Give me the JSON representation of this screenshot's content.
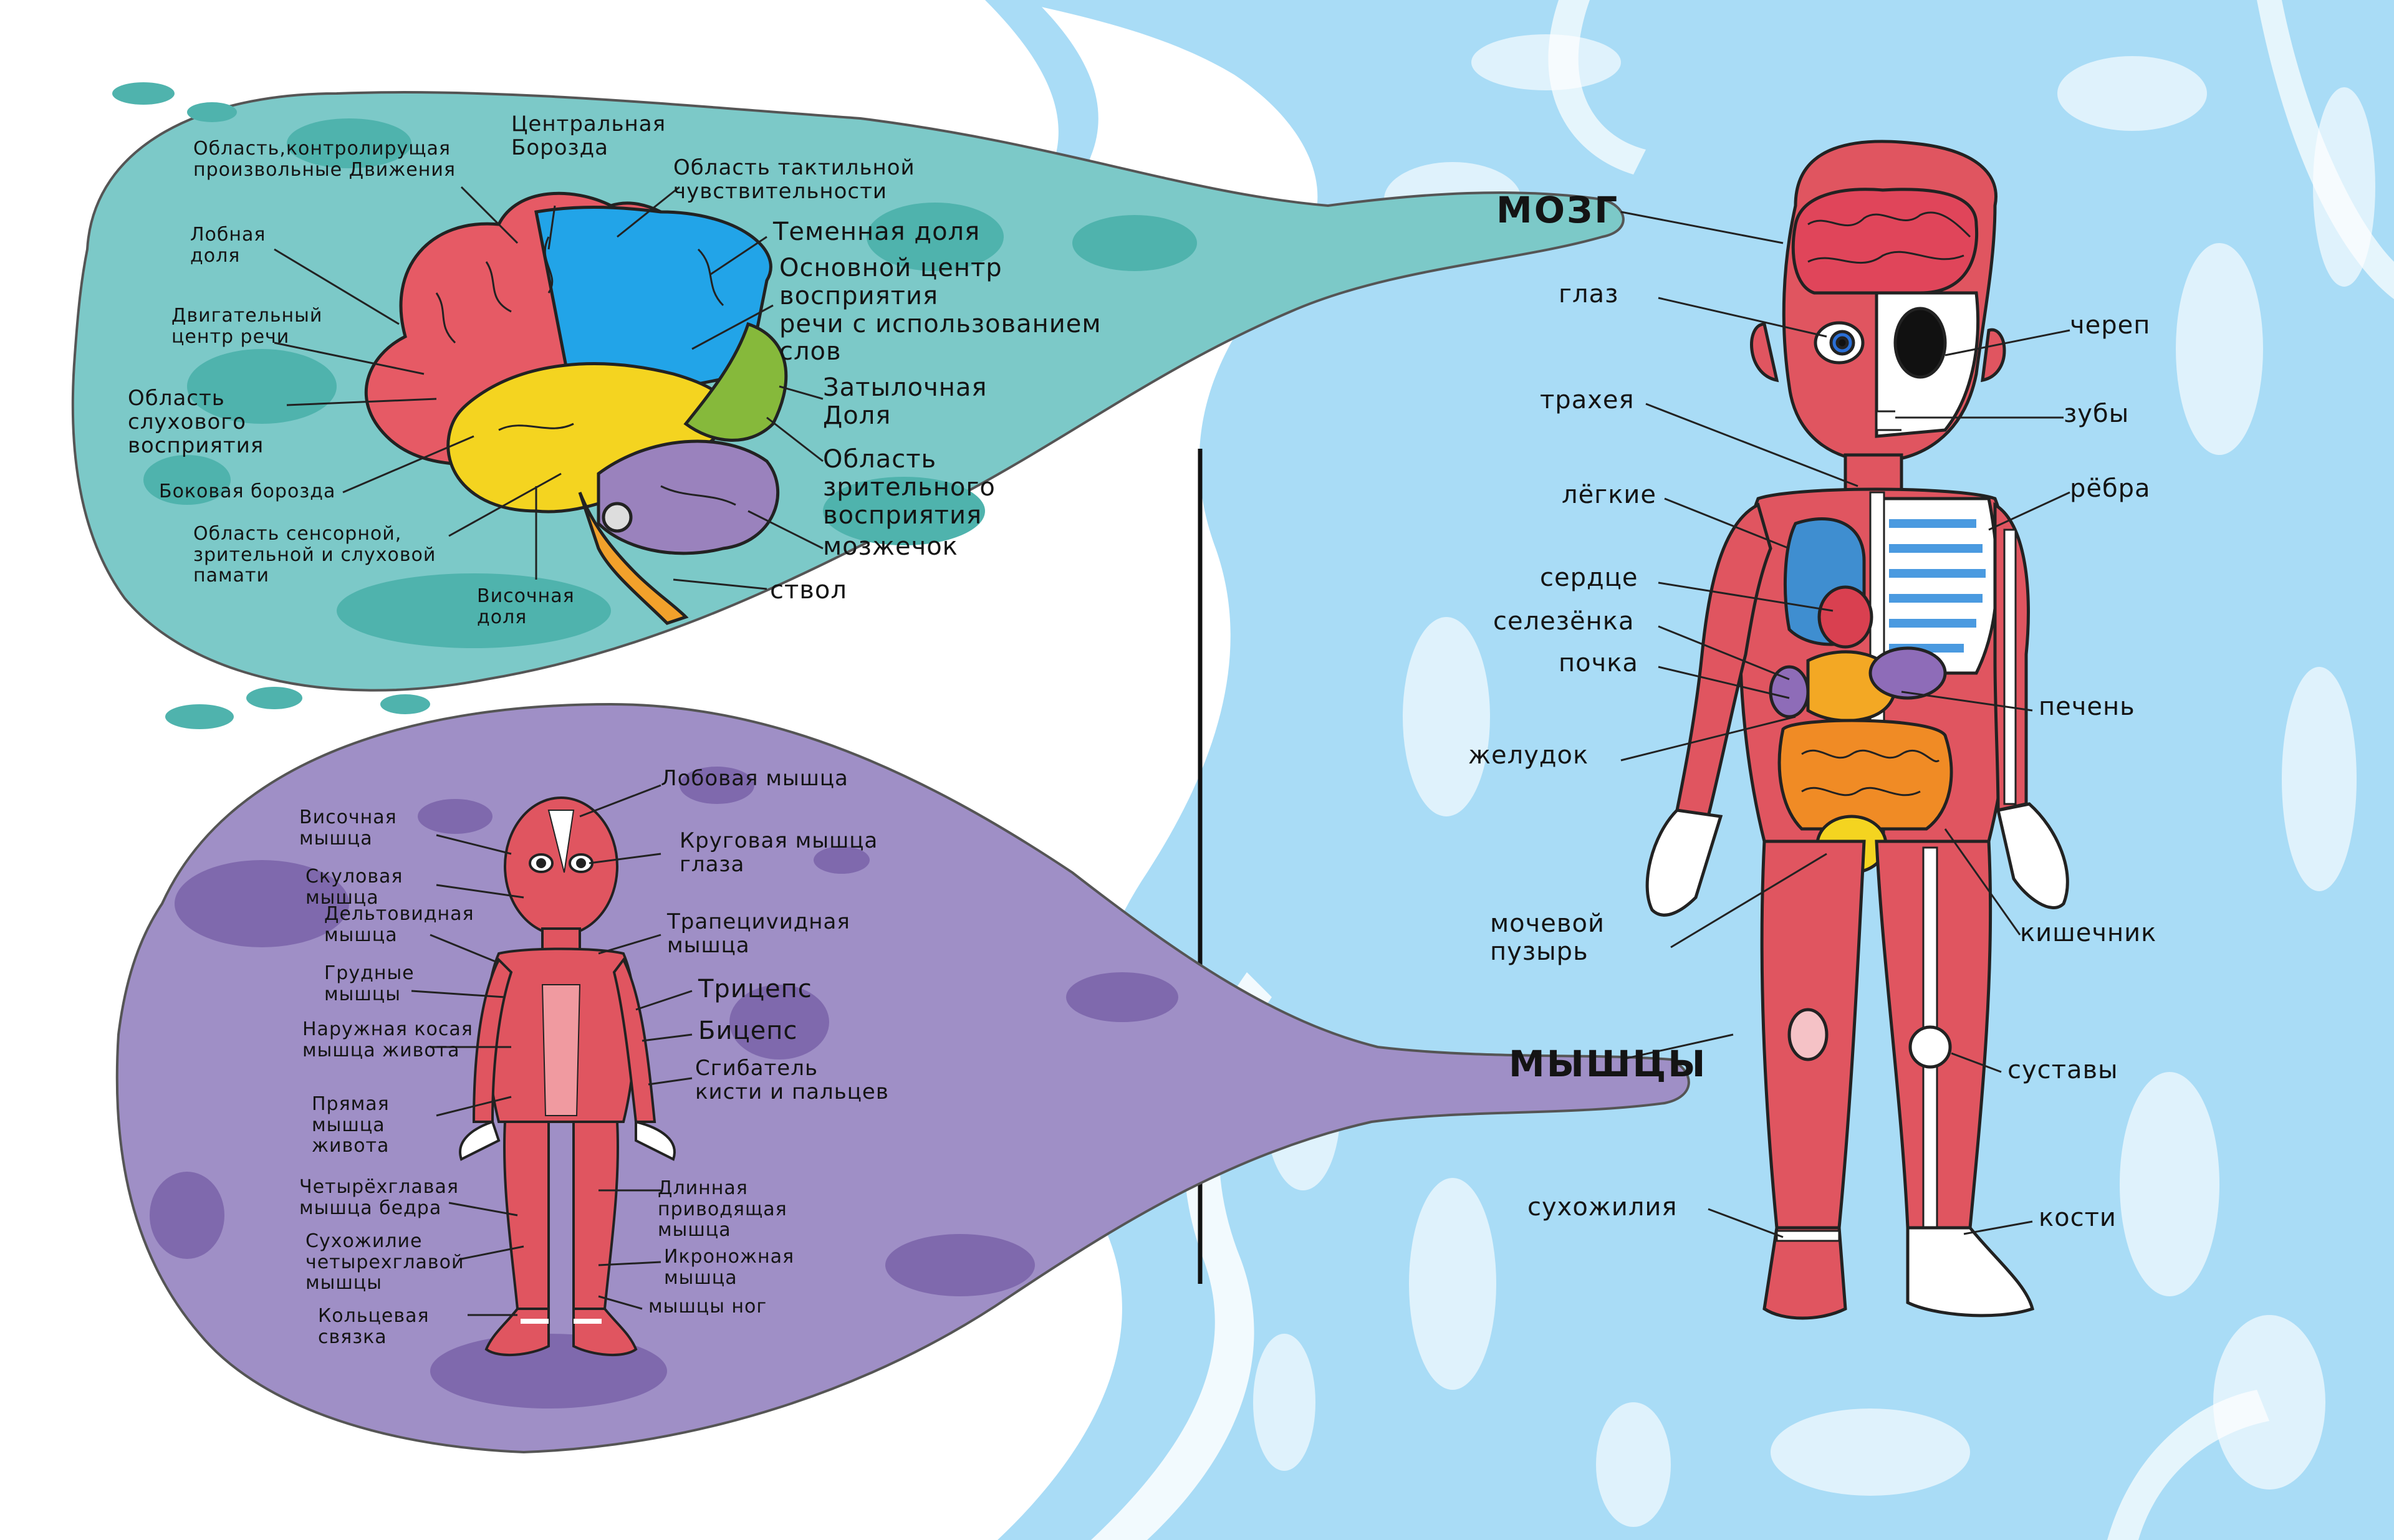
{
  "colors": {
    "brain_bubble": "#7cc9c8",
    "muscle_bubble": "#9f8fc6",
    "water_background": "#a9dcf6",
    "muscle_red": "#e05560",
    "frontal_lobe": "#e65a65",
    "parietal_lobe": "#22a4e8",
    "temporal_lobe": "#f4d420",
    "occipital_lobe": "#86b93b",
    "cerebellum": "#9a82bd",
    "brainstem": "#f2a12b",
    "bone": "#ffffff",
    "lungs": "#3f8ed0",
    "liver": "#f3a824",
    "intestine": "#f08b25",
    "stomach": "#8e6cb8"
  },
  "brain_panel": {
    "labels": {
      "voluntary_movement_area": "Область,контролирущая\nпроизвольные Движения",
      "central_sulcus": "Центральная\nБорозда",
      "tactile_area": "Область тактильной\nчувствительности",
      "frontal_lobe": "Лобная\nдоля",
      "parietal_lobe": "Теменная доля",
      "speech_perception_center": "Основной центр\nвосприятия\nречи с использованием\nслов",
      "motor_speech_center": "Двигательный\nцентр речи",
      "auditory_area": "Область\nслухового\nвосприятия",
      "occipital_lobe": "Затылочная\nДоля",
      "lateral_sulcus": "Боковая борозда",
      "visual_area": "Область\nзрительного\nвосприятия",
      "sensory_area": "Область сенсорной,\nзрительной и слуховой\nпамати",
      "cerebellum": "мозжечок",
      "temporal_lobe": "Височная\nдоля",
      "brainstem": "ствол"
    }
  },
  "muscle_panel": {
    "labels": {
      "frontal_muscle": "Лобовая мышца",
      "temporal_muscle": "Височная\nмышца",
      "orbicular_eye": "Круговая мышца\nглаза",
      "zygomatic": "Скуловая\nмышца",
      "deltoid": "Дельтовидная\nмышца",
      "trapezius": "Трапециvидная\nмышца",
      "pectoral": "Грудные\nмышцы",
      "triceps": "Трицепс",
      "external_oblique": "Наружная косая\nмышца живота",
      "biceps": "Бицепс",
      "flexor": "Сгибатель\nкисти и пальцев",
      "rectus_abdominis": "Прямая\nмышца\nживота",
      "quadriceps": "Четырёхглавая\nмышца бедра",
      "adductor": "Длинная\nприводящая\nмышца",
      "quadriceps_tendon": "Сухожилие\nчетырехглавой\nмышцы",
      "tibialis": "Икроножная\nмышца",
      "leg_muscles": "мышцы ног",
      "ring_ligament": "Кольцевая\nсвязка"
    }
  },
  "body_panel": {
    "labels": {
      "brain": "МОЗГ",
      "muscles": "МЫШЦЫ",
      "eye": "глаз",
      "skull": "череп",
      "trachea": "трахея",
      "teeth": "зубы",
      "lungs": "лёгкие",
      "ribs": "рёбра",
      "heart": "сердце",
      "spleen": "селезёнка",
      "kidney": "почка",
      "liver": "печень",
      "stomach": "желудок",
      "bladder": "мочевой\nпузырь",
      "intestine": "кишечник",
      "joints": "суставы",
      "tendon": "сухожилия",
      "bones": "кости"
    }
  }
}
